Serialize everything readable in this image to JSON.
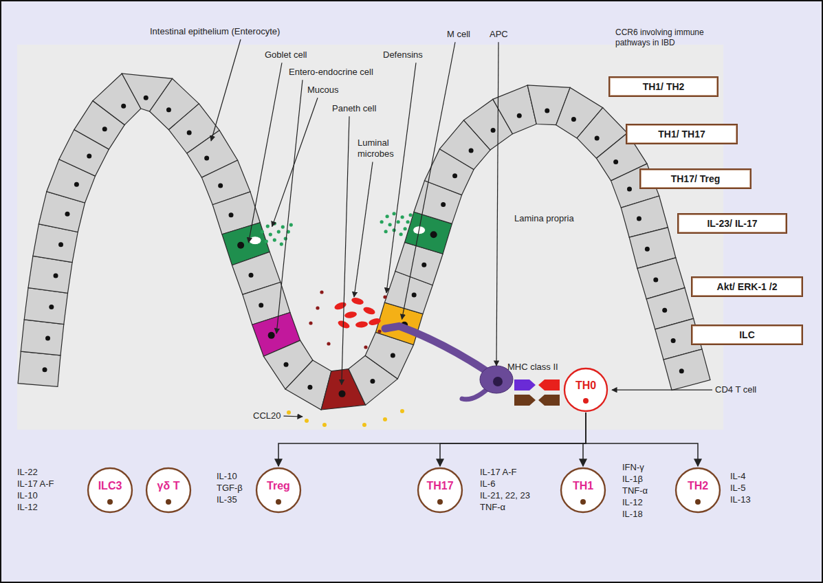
{
  "diagram": {
    "nodes": [
      {
        "text": [
          "TH1/ TH2"
        ]
      },
      {
        "text": [
          "TH1/ TH17"
        ]
      },
      {
        "text": [
          "TH17/ Treg"
        ]
      },
      {
        "text": [
          "IL-23/ IL-17"
        ]
      },
      {
        "text": [
          "Akt/ ERK-1 /2"
        ]
      },
      {
        "text": [
          "ILC"
        ]
      },
      {
        "text": [
          "TH0"
        ]
      },
      {
        "text": [
          "ILC3"
        ]
      },
      {
        "text": [
          "γδ T"
        ]
      },
      {
        "text": [
          "Treg"
        ]
      },
      {
        "text": [
          "TH17"
        ]
      },
      {
        "text": [
          "TH1"
        ]
      },
      {
        "text": [
          "TH2"
        ]
      }
    ],
    "edges": [
      {
        "from": 6,
        "to": 9,
        "arrow": "to"
      },
      {
        "from": 6,
        "to": 10,
        "arrow": "to"
      },
      {
        "from": 6,
        "to": 11,
        "arrow": "to"
      },
      {
        "from": 6,
        "to": 12,
        "arrow": "to"
      }
    ],
    "labels": [
      "Intestinal epithelium (Enterocyte)",
      "Goblet cell",
      "Entero-endocrine cell",
      "Mucous",
      "Paneth cell",
      "Luminal microbes",
      "Defensins",
      "M cell",
      "APC",
      "CCR6 involving immune pathways in IBD",
      "Lamina propria",
      "MHC class II",
      "CD4 T cell",
      "CCL20",
      "IL-22",
      "IL-17 A-F",
      "IL-10",
      "IL-12",
      "IL-10",
      "TGF-β",
      "IL-35",
      "IL-17 A-F",
      "IL-6",
      "IL-21, 22, 23",
      "TNF-α",
      "IFN-γ",
      "IL-1β",
      "TNF-α",
      "IL-12",
      "IL-18",
      "IL-4",
      "IL-5",
      "IL-13"
    ]
  }
}
